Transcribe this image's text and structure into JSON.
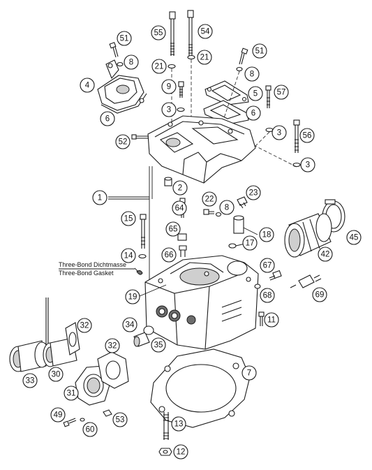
{
  "notes": {
    "line1": "Three-Bond Dichtmasse",
    "line2": "Three-Bond Gasket"
  },
  "callouts": [
    {
      "id": "c1",
      "label": "1"
    },
    {
      "id": "c2",
      "label": "2"
    },
    {
      "id": "c3a",
      "label": "3"
    },
    {
      "id": "c3b",
      "label": "3"
    },
    {
      "id": "c3c",
      "label": "3"
    },
    {
      "id": "c4",
      "label": "4"
    },
    {
      "id": "c5",
      "label": "5"
    },
    {
      "id": "c6a",
      "label": "6"
    },
    {
      "id": "c6b",
      "label": "6"
    },
    {
      "id": "c7",
      "label": "7"
    },
    {
      "id": "c8a",
      "label": "8"
    },
    {
      "id": "c8b",
      "label": "8"
    },
    {
      "id": "c8c",
      "label": "8"
    },
    {
      "id": "c9",
      "label": "9"
    },
    {
      "id": "c11",
      "label": "11"
    },
    {
      "id": "c12",
      "label": "12"
    },
    {
      "id": "c13",
      "label": "13"
    },
    {
      "id": "c14",
      "label": "14"
    },
    {
      "id": "c15",
      "label": "15"
    },
    {
      "id": "c17",
      "label": "17"
    },
    {
      "id": "c18",
      "label": "18"
    },
    {
      "id": "c19",
      "label": "19"
    },
    {
      "id": "c21a",
      "label": "21"
    },
    {
      "id": "c21b",
      "label": "21"
    },
    {
      "id": "c22",
      "label": "22"
    },
    {
      "id": "c23",
      "label": "23"
    },
    {
      "id": "c30",
      "label": "30"
    },
    {
      "id": "c31",
      "label": "31"
    },
    {
      "id": "c32a",
      "label": "32"
    },
    {
      "id": "c32b",
      "label": "32"
    },
    {
      "id": "c33",
      "label": "33"
    },
    {
      "id": "c34",
      "label": "34"
    },
    {
      "id": "c35",
      "label": "35"
    },
    {
      "id": "c42",
      "label": "42"
    },
    {
      "id": "c45",
      "label": "45"
    },
    {
      "id": "c49",
      "label": "49"
    },
    {
      "id": "c51a",
      "label": "51"
    },
    {
      "id": "c51b",
      "label": "51"
    },
    {
      "id": "c52",
      "label": "52"
    },
    {
      "id": "c53",
      "label": "53"
    },
    {
      "id": "c54",
      "label": "54"
    },
    {
      "id": "c55",
      "label": "55"
    },
    {
      "id": "c56",
      "label": "56"
    },
    {
      "id": "c57",
      "label": "57"
    },
    {
      "id": "c60",
      "label": "60"
    },
    {
      "id": "c64",
      "label": "64"
    },
    {
      "id": "c65",
      "label": "65"
    },
    {
      "id": "c66",
      "label": "66"
    },
    {
      "id": "c67",
      "label": "67"
    },
    {
      "id": "c68",
      "label": "68"
    },
    {
      "id": "c69",
      "label": "69"
    }
  ]
}
